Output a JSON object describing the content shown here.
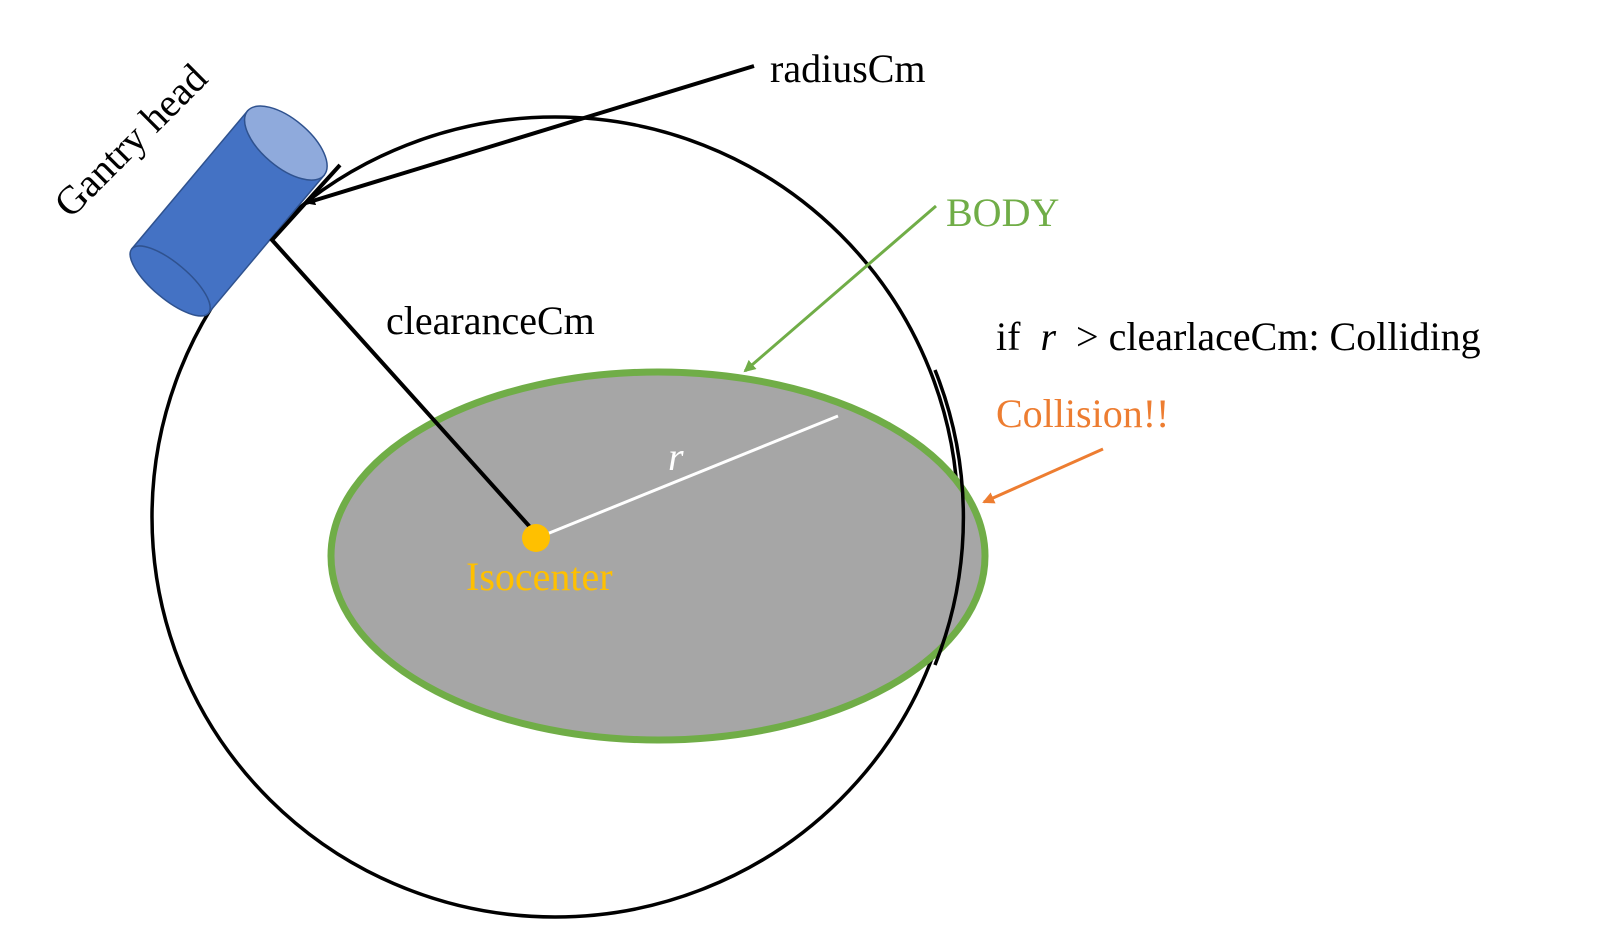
{
  "labels": {
    "gantry_head": "Gantry head",
    "radius_cm": "radiusCm",
    "clearance_cm": "clearanceCm",
    "body": "BODY",
    "condition_prefix": "if",
    "condition_var": "r",
    "condition_rest": "> clearlaceCm: Colliding",
    "collision": "Collision!!",
    "r_label": "r",
    "isocenter": "Isocenter"
  },
  "colors": {
    "gantry_head_fill": "#4472C4",
    "gantry_face_fill": "#8FAADC",
    "body_outline": "#70AD47",
    "body_fill": "#A6A6A6",
    "body_label": "#70AD47",
    "collision_label": "#ED7D31",
    "isocenter": "#FFC000",
    "lines": "#000000"
  }
}
